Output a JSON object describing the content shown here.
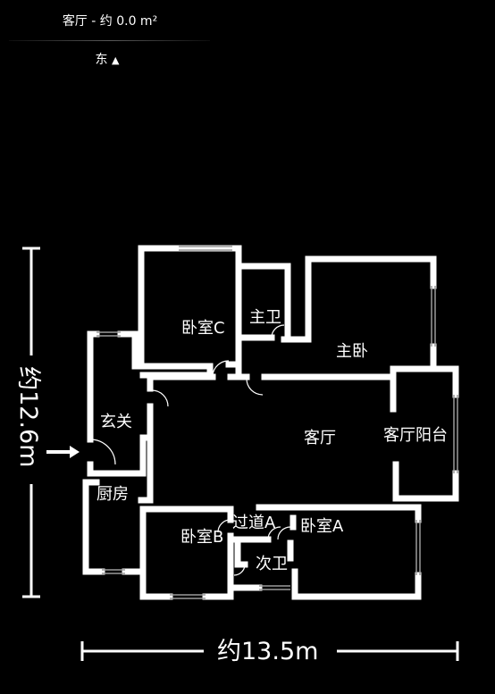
{
  "header": {
    "title": "客厅 - 约 0.0 m²",
    "direction": "东",
    "direction_icon": "triangle-up-icon"
  },
  "floorplan": {
    "rooms": {
      "bedroom_c": "卧室C",
      "master_bath": "主卫",
      "master_bedroom": "主卧",
      "foyer": "玄关",
      "living_room": "客厅",
      "living_balcony": "客厅阳台",
      "kitchen": "厨房",
      "bedroom_b": "卧室B",
      "hallway_a": "过道A",
      "bedroom_a": "卧室A",
      "second_bath": "次卫"
    },
    "dimensions": {
      "height": "约12.6m",
      "width": "约13.5m"
    },
    "entrance_icon": "arrow-right-icon",
    "colors": {
      "wall": "#ffffff",
      "background": "#000000",
      "window": "#9a9a9a"
    }
  }
}
